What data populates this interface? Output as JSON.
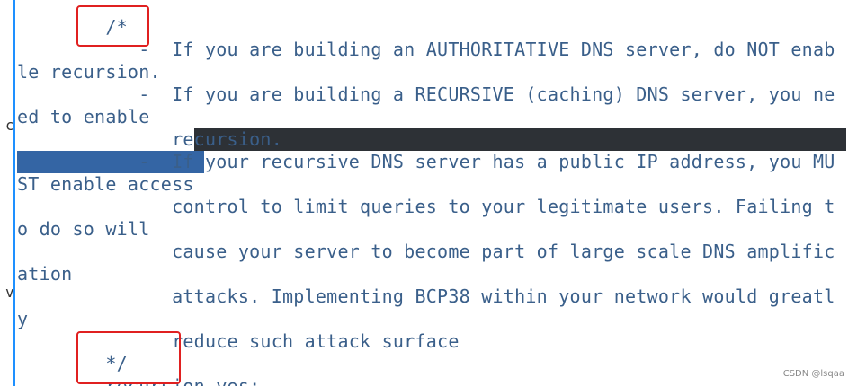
{
  "gutter": {
    "chars": [
      "c",
      "v"
    ]
  },
  "editor": {
    "lines": [
      "        /*",
      "           -  If you are building an AUTHORITATIVE DNS server, do NOT enab",
      "le recursion.",
      "           -  If you are building a RECURSIVE (caching) DNS server, you ne",
      "ed to enable",
      "              recursion.",
      "           -  If your recursive DNS server has a public IP address, you MU",
      "ST enable access",
      "              control to limit queries to your legitimate users. Failing t",
      "o do so will",
      "              cause your server to become part of large scale DNS amplific",
      "ation",
      "              attacks. Implementing BCP38 within your network would greatl",
      "y",
      "              reduce such attack surface",
      "        */",
      "        recursion yes;"
    ]
  },
  "watermark": "CSDN @lsqaa",
  "colors": {
    "text": "#3a5f8a",
    "selection_dark": "#2d3136",
    "selection_blue": "#3465a4",
    "annotation_red": "#e02020",
    "gutter_border": "#1e90ff"
  }
}
